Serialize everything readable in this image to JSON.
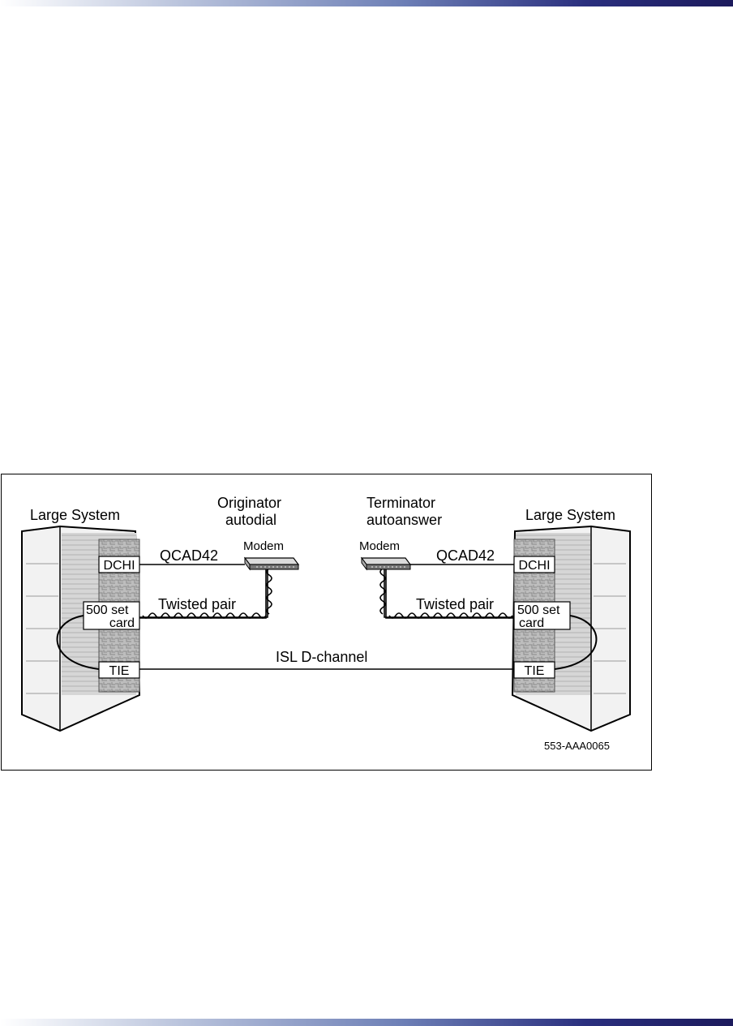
{
  "diagram": {
    "left_system": {
      "title": "Large System",
      "dchi": "DCHI",
      "card_line1": "500 set",
      "card_line2": "card",
      "tie": "TIE"
    },
    "right_system": {
      "title": "Large System",
      "dchi": "DCHI",
      "card_line1": "500 set",
      "card_line2": "card",
      "tie": "TIE"
    },
    "originator": {
      "line1": "Originator",
      "line2": "autodial",
      "modem": "Modem"
    },
    "terminator": {
      "line1": "Terminator",
      "line2": "autoanswer",
      "modem": "Modem"
    },
    "link_left_qcad": "QCAD42",
    "link_right_qcad": "QCAD42",
    "link_left_twisted": "Twisted pair",
    "link_right_twisted": "Twisted pair",
    "link_isl": "ISL D-channel",
    "figure_id": "553-AAA0065"
  }
}
